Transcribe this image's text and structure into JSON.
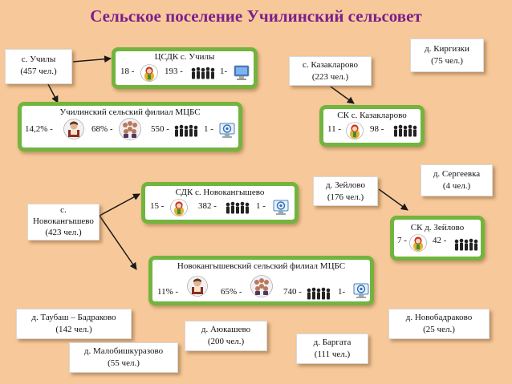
{
  "title": "Сельское поселение Училинский сельсовет",
  "places": {
    "uchili": {
      "name": "с. Училы",
      "pop": "(457 чел.)"
    },
    "kazaklarovo": {
      "name": "с. Казакларово",
      "pop": "(223 чел.)"
    },
    "kirgizki": {
      "name": "д. Киргизки",
      "pop": "(75 чел.)"
    },
    "novokangyshevo": {
      "name1": "с.",
      "name2": "Новокангышево",
      "pop": "(423 чел.)"
    },
    "zeilovo": {
      "name": "д. Зейлово",
      "pop": "(176 чел.)"
    },
    "sergeevka": {
      "name": "д. Сергеевка",
      "pop": "(4 чел.)"
    },
    "taubash": {
      "name": "д. Таубаш – Бадраково",
      "pop": "(142 чел.)"
    },
    "aukashevo": {
      "name": "д. Аюкашево",
      "pop": "(200 чел.)"
    },
    "bargata": {
      "name": "д. Баргата",
      "pop": "(111 чел.)"
    },
    "novobadrakovo": {
      "name": "д. Новобадраково",
      "pop": "(25 чел.)"
    },
    "malobishkurazovo": {
      "name": "д. Малобишкуразово",
      "pop": "(55 чел.)"
    }
  },
  "institutions": {
    "tsdk_uchili": {
      "title": "ЦСДК с. Училы",
      "v1": "18 -",
      "v2": "193 -",
      "v3": "1-"
    },
    "filial_uchili": {
      "title": "Училинский сельский филиал МЦБС",
      "v1": "14,2% -",
      "v2": "68% -",
      "v3": "550 -",
      "v4": "1 -"
    },
    "sk_kazaklarovo": {
      "title": "СК с. Казакларово",
      "v1": "11 -",
      "v2": "98 -"
    },
    "sdk_novokangyshevo": {
      "title": "СДК с. Новокангышево",
      "v1": "15 -",
      "v2": "382 -",
      "v3": "1 -"
    },
    "filial_novokangyshevo": {
      "title": "Новокангышевский сельский филиал МЦБС",
      "v1": "11% -",
      "v2": "65% -",
      "v3": "740 -",
      "v4": "1-"
    },
    "sk_zeilovo": {
      "title": "СК д. Зейлово",
      "v1": "7 -",
      "v2": "42 -"
    }
  },
  "icons": [
    "doll-icon",
    "people-group-icon",
    "computer-icon",
    "internet-icon",
    "reader-icon",
    "crowd-icon"
  ],
  "colors": {
    "background": "#F7C99A",
    "title": "#7B1F8C",
    "border": "#72B43E"
  }
}
